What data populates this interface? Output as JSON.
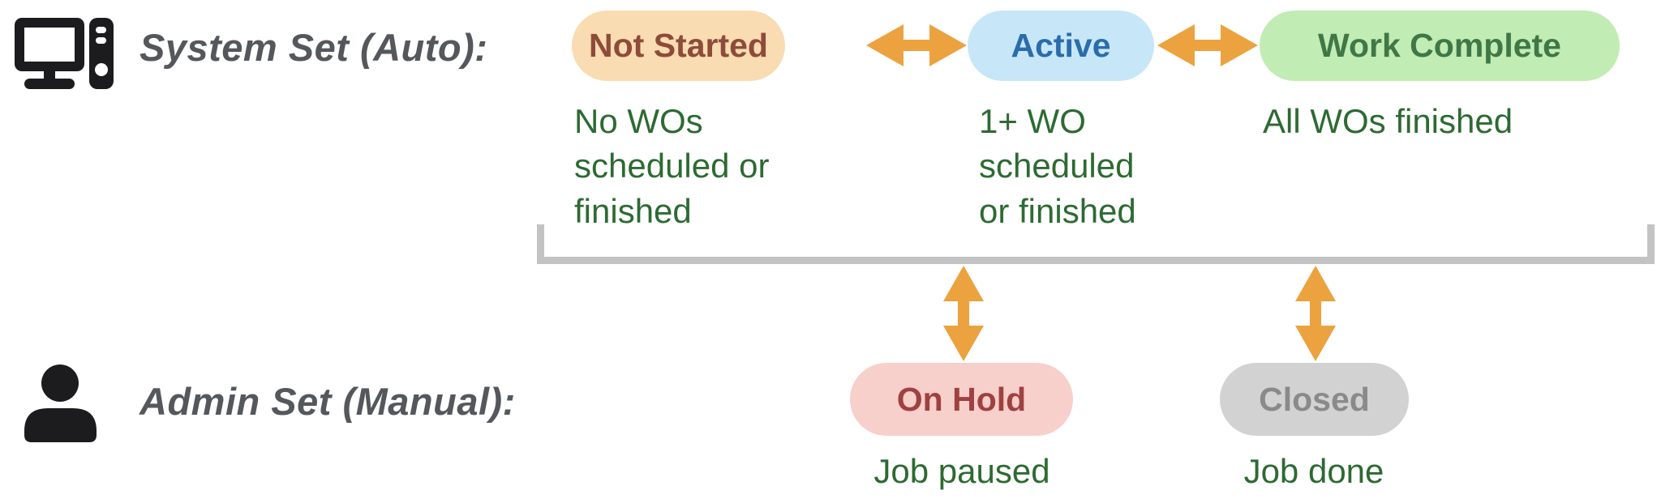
{
  "diagram": {
    "system_row": {
      "label": "System Set (Auto):",
      "icon": "computer-icon",
      "states": [
        {
          "label": "Not Started",
          "description": "No WOs\nscheduled or\nfinished",
          "bg_color": "#f9dcb2",
          "text_color": "#8e4b3a"
        },
        {
          "label": "Active",
          "description": "1+ WO\nscheduled\nor finished",
          "bg_color": "#c7e7f9",
          "text_color": "#2b6cab"
        },
        {
          "label": "Work Complete",
          "description": "All WOs finished",
          "bg_color": "#c1ecb3",
          "text_color": "#3f7747"
        }
      ]
    },
    "admin_row": {
      "label": "Admin Set (Manual):",
      "icon": "person-icon",
      "states": [
        {
          "label": "On Hold",
          "description": "Job paused",
          "bg_color": "#f7cfcb",
          "text_color": "#9f4140"
        },
        {
          "label": "Closed",
          "description": "Job done",
          "bg_color": "#d2d2d2",
          "text_color": "#8a8a8a"
        }
      ]
    },
    "connectors": {
      "horizontal_double_arrows": [
        "Not Started ↔ Active",
        "Active ↔ Work Complete"
      ],
      "vertical_double_arrows": [
        "System states ↔ On Hold",
        "System states ↔ Closed"
      ],
      "arrow_color": "#eba23f",
      "bracket_color": "#c3c3c3"
    },
    "text_colors": {
      "description_green": "#2d6a32",
      "label_gray": "#54585c",
      "icon_black": "#1c1c1e"
    }
  }
}
